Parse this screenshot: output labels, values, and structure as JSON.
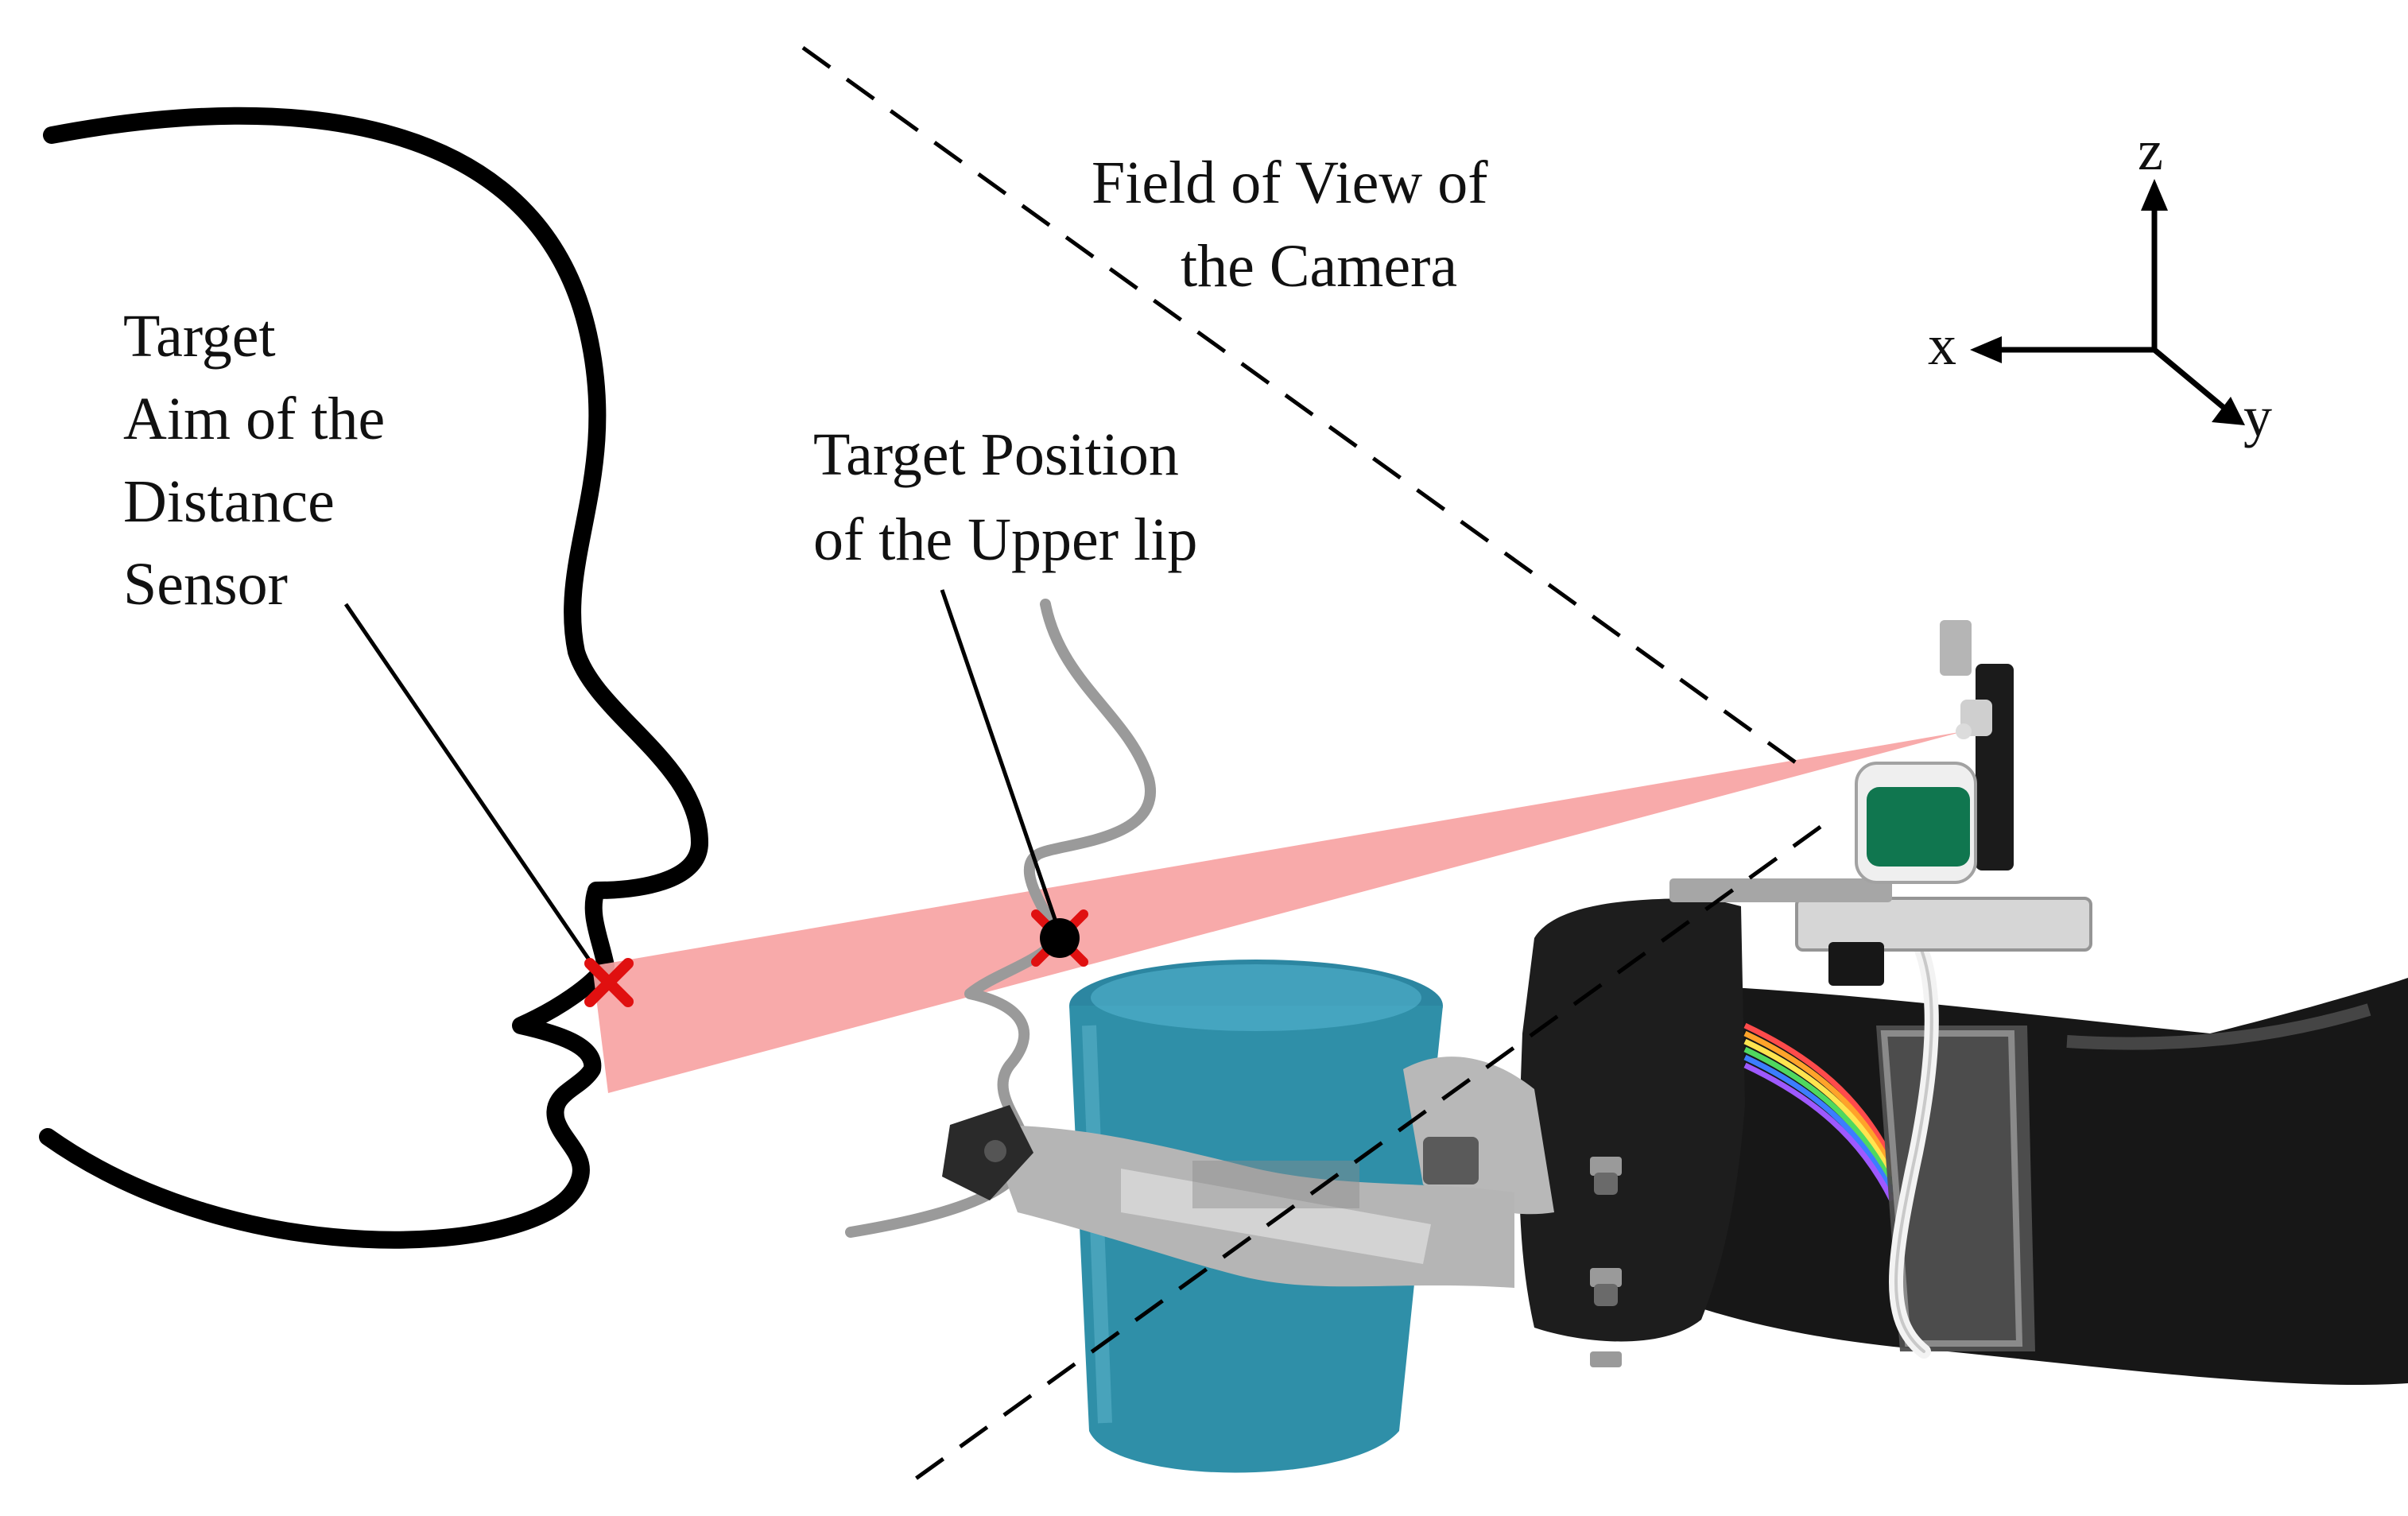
{
  "labels": {
    "field_of_view": [
      "Field of View of",
      "the Camera"
    ],
    "target_aim": [
      "Target",
      "Aim of the",
      "Distance",
      "Sensor"
    ],
    "target_position": [
      "Target Position",
      "of the Upper lip"
    ]
  },
  "axes": {
    "z": "z",
    "x": "x",
    "y": "y"
  },
  "colors": {
    "beam": "#f7a3a3",
    "marker": "#e01010",
    "face_outline": "#000000",
    "lip_ghost": "#9a9a9a",
    "cup": "#2f8fa8",
    "gripper": "#b4b4b4",
    "arm": "#171717"
  },
  "icons": {
    "aim_marker": "red-cross",
    "lip_marker": "black-dot-with-red-cross"
  }
}
